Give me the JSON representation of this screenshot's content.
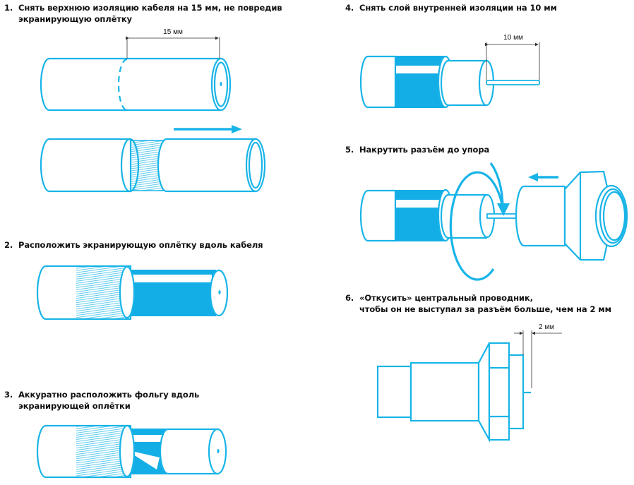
{
  "steps": [
    {
      "number": "1.",
      "line1": "Снять верхнюю изоляцию кабеля на 15 мм, не повредив",
      "line2": "экранирующую оплётку",
      "dimension": "15 мм"
    },
    {
      "number": "2.",
      "line1": "Расположить экранирующую оплётку вдоль кабеля",
      "line2": ""
    },
    {
      "number": "3.",
      "line1": "Аккуратно расположить фольгу вдоль",
      "line2": "экранирующей оплётки"
    },
    {
      "number": "4.",
      "line1": "Снять слой внутренней изоляции на 10 мм",
      "line2": "",
      "dimension": "10 мм"
    },
    {
      "number": "5.",
      "line1": "Накрутить разъём до упора",
      "line2": ""
    },
    {
      "number": "6.",
      "line1": "«Откусить» центральный проводник,",
      "line2": "чтобы он не выступал за разъём больше, чем на 2 мм",
      "dimension": "2 мм"
    }
  ],
  "colors": {
    "accent": "#18b4e8",
    "text": "#111111"
  }
}
